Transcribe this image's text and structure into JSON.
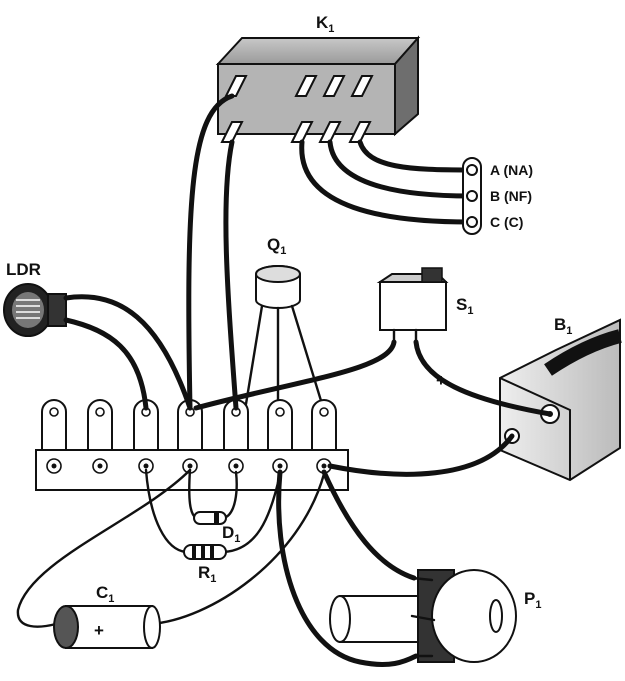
{
  "components": {
    "relay": {
      "label": "K",
      "sub": "1"
    },
    "ldr": {
      "label": "LDR"
    },
    "transistor": {
      "label": "Q",
      "sub": "1"
    },
    "switch": {
      "label": "S",
      "sub": "1"
    },
    "battery": {
      "label": "B",
      "sub": "1",
      "polarity": "+"
    },
    "diode": {
      "label": "D",
      "sub": "1"
    },
    "resistor": {
      "label": "R",
      "sub": "1"
    },
    "capacitor": {
      "label": "C",
      "sub": "1",
      "polarity": "+"
    },
    "potentiometer": {
      "label": "P",
      "sub": "1"
    }
  },
  "terminals": [
    {
      "label": "A (NA)"
    },
    {
      "label": "B (NF)"
    },
    {
      "label": "C (C)"
    }
  ]
}
